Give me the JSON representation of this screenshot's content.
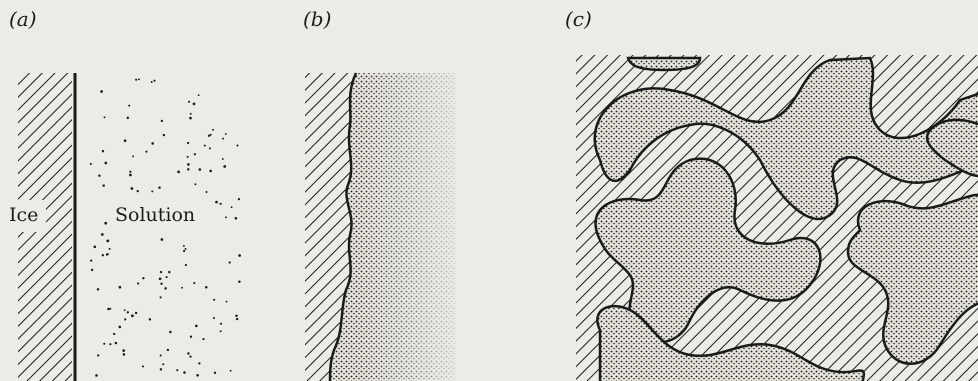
{
  "panels": [
    {
      "label": "(a)"
    },
    {
      "label": "(b)"
    },
    {
      "label": "(c)"
    }
  ],
  "labels": {
    "ice": "Ice",
    "solution": "Solution"
  },
  "colors": {
    "paper": "#ecebe6",
    "ink": "#1a1a1a"
  }
}
